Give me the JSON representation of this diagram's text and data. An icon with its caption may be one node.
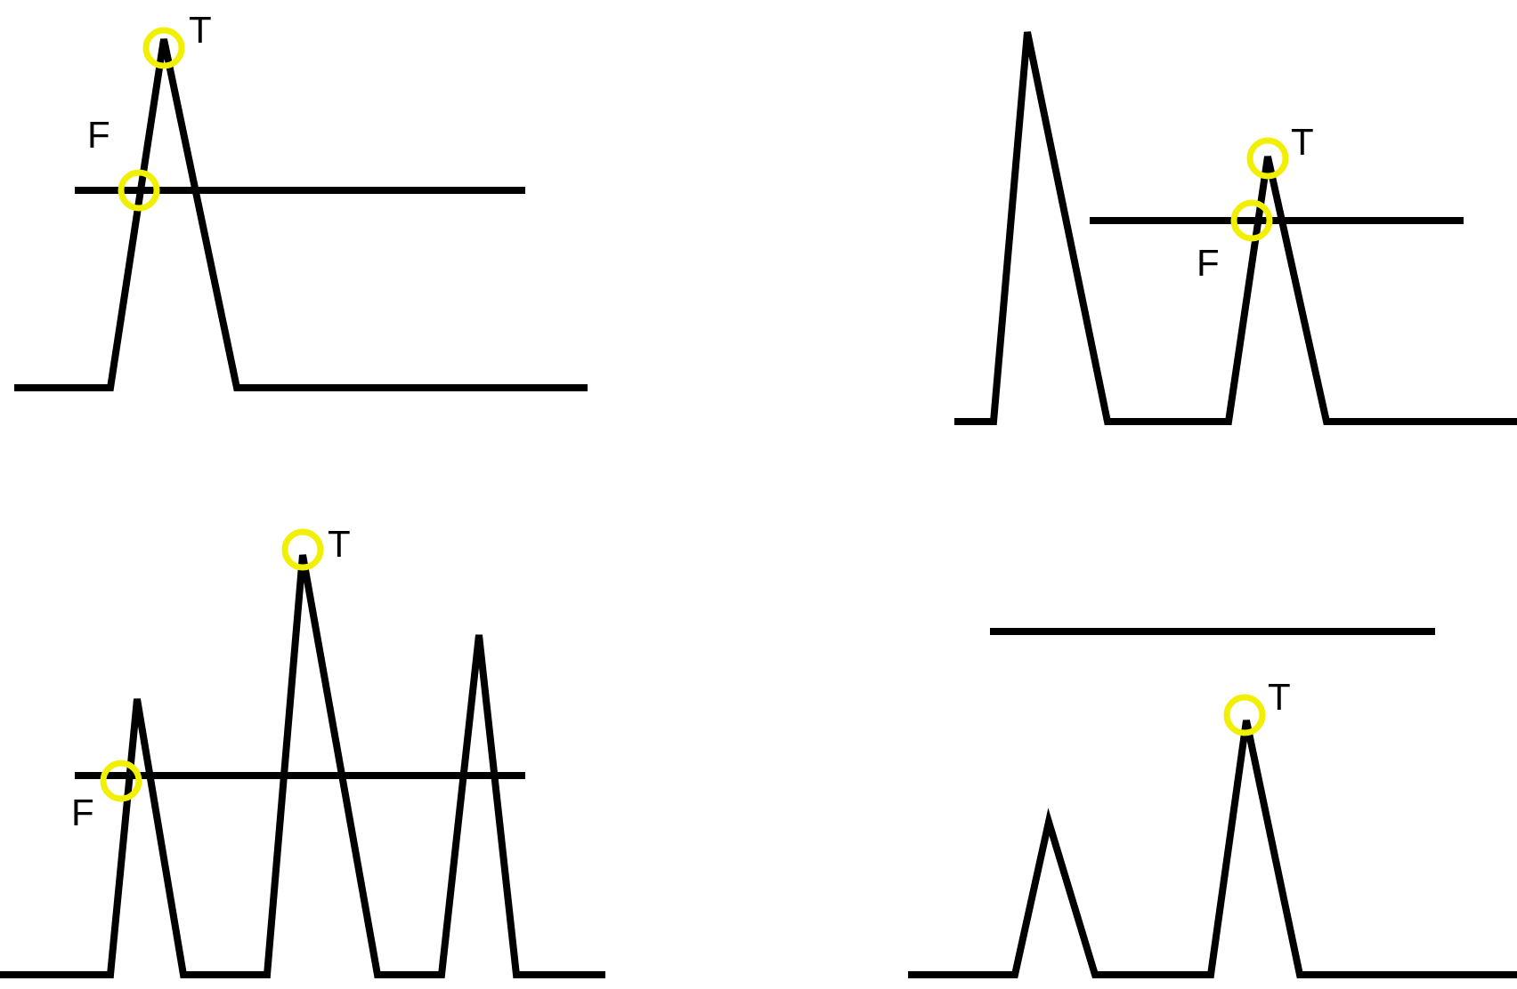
{
  "diagram": {
    "labels": [
      "T",
      "F",
      "T",
      "F",
      "T",
      "F",
      "T"
    ]
  }
}
